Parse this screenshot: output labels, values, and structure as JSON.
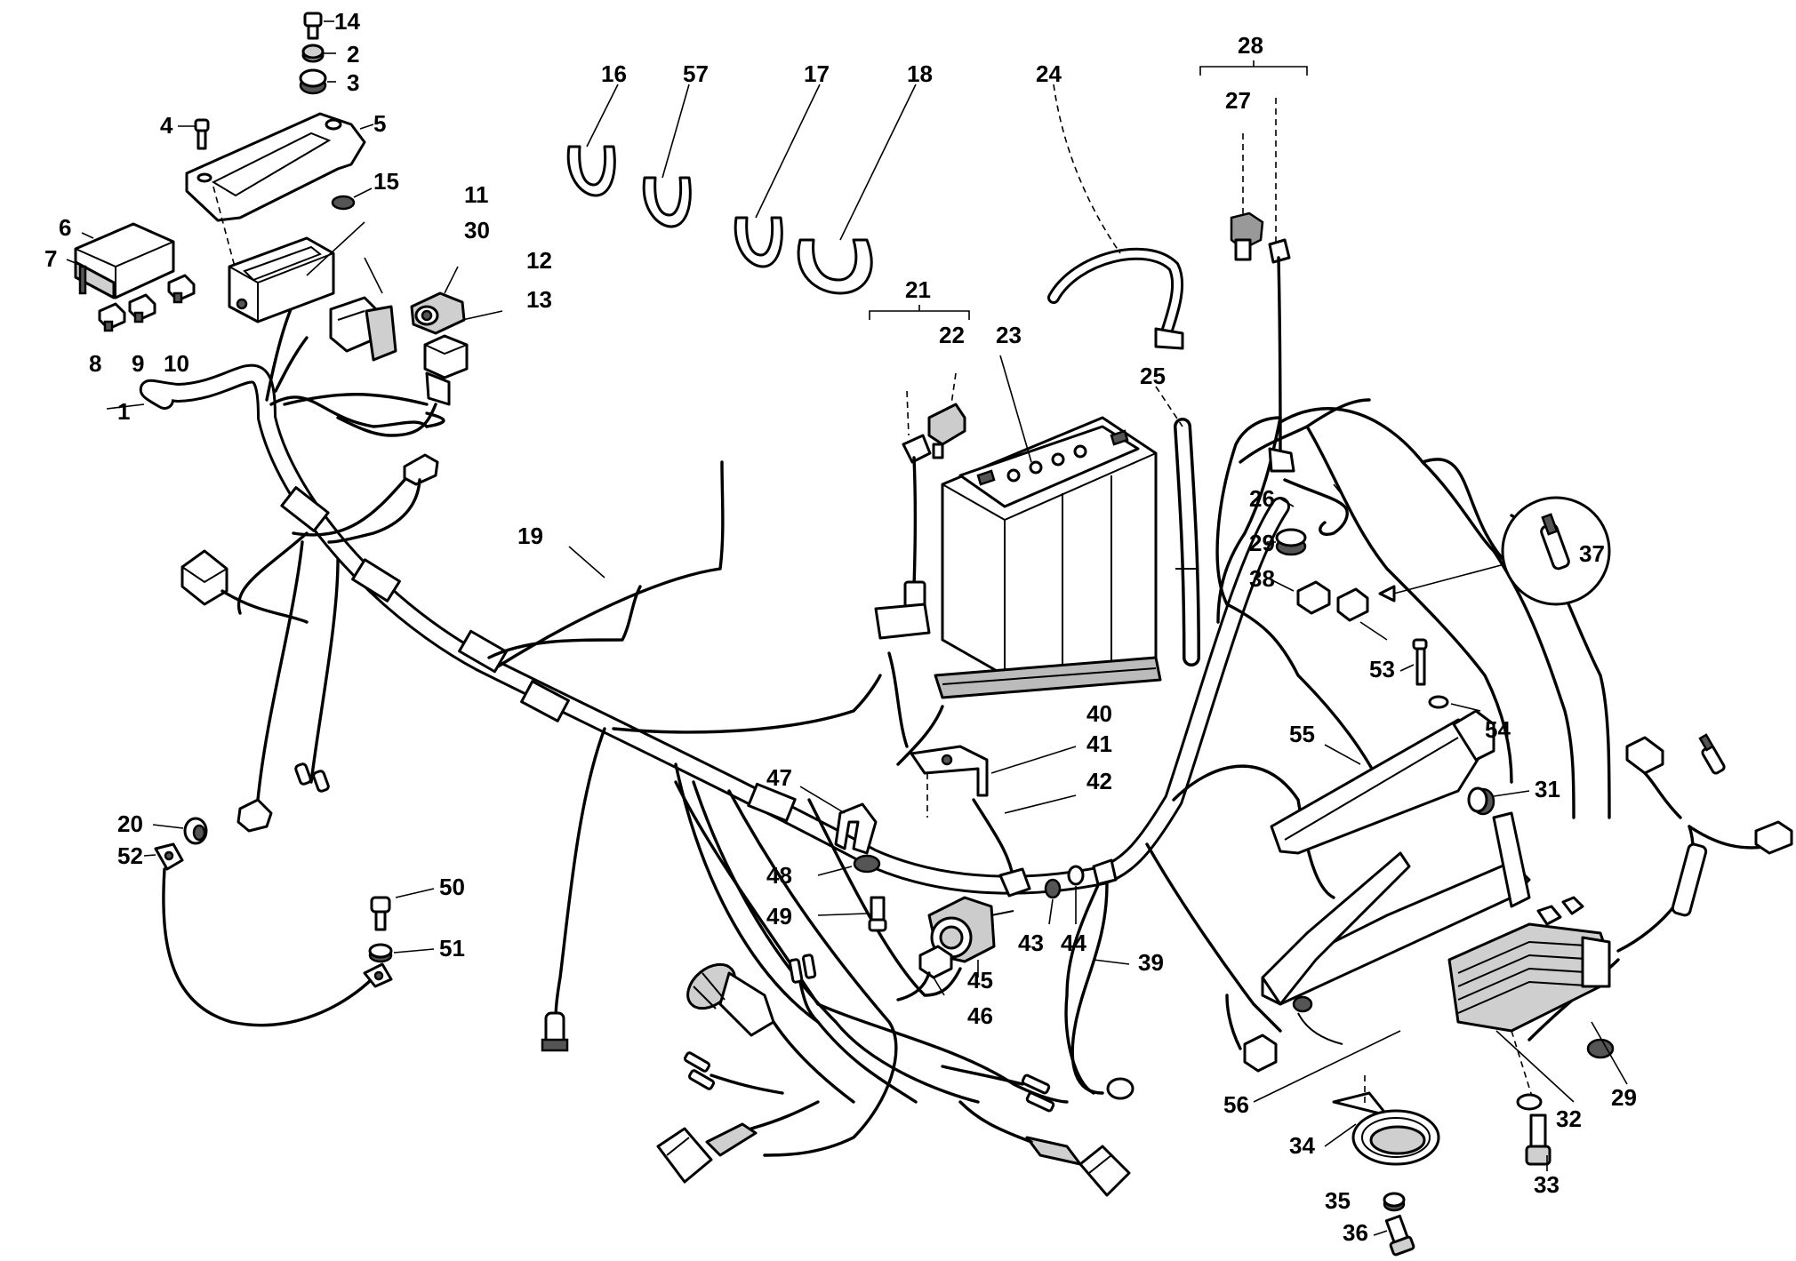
{
  "labels": {
    "l1": "1",
    "l2": "2",
    "l3": "3",
    "l4": "4",
    "l5": "5",
    "l6": "6",
    "l7": "7",
    "l8": "8",
    "l9": "9",
    "l10": "10",
    "l11": "11",
    "l12": "12",
    "l13": "13",
    "l14": "14",
    "l15": "15",
    "l16": "16",
    "l17": "17",
    "l18": "18",
    "l19": "19",
    "l20": "20",
    "l21": "21",
    "l22": "22",
    "l23": "23",
    "l24": "24",
    "l25": "25",
    "l26": "26",
    "l27": "27",
    "l28": "28",
    "l29a": "29",
    "l29b": "29",
    "l30": "30",
    "l31": "31",
    "l32": "32",
    "l33": "33",
    "l34": "34",
    "l35": "35",
    "l36": "36",
    "l37": "37",
    "l38": "38",
    "l39": "39",
    "l40": "40",
    "l41": "41",
    "l42": "42",
    "l43": "43",
    "l44": "44",
    "l45": "45",
    "l46": "46",
    "l47": "47",
    "l48": "48",
    "l49": "49",
    "l50": "50",
    "l51": "51",
    "l52": "52",
    "l53": "53",
    "l54": "54",
    "l55": "55",
    "l56": "56",
    "l57": "57"
  }
}
